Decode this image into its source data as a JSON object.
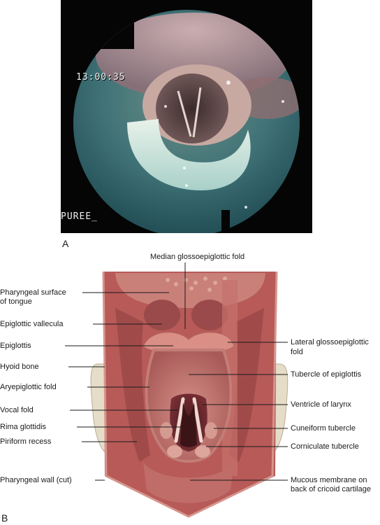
{
  "panel_a": {
    "label": "A",
    "timestamp": "13:00:35",
    "mode_text": "PUREE_"
  },
  "panel_b": {
    "label": "B",
    "labels": {
      "median_glossoepiglottic_fold": "Median glossoepiglottic fold",
      "pharyngeal_surface_of_tongue_line1": "Pharyngeal surface",
      "pharyngeal_surface_of_tongue_line2": "of tongue",
      "epiglottic_vallecula": "Epiglottic vallecula",
      "epiglottis": "Epiglottis",
      "hyoid_bone": "Hyoid bone",
      "aryepiglottic_fold": "Aryepiglottic fold",
      "vocal_fold": "Vocal fold",
      "rima_glottidis": "Rima glottidis",
      "piriform_recess": "Piriform recess",
      "pharyngeal_wall_cut": "Pharyngeal wall (cut)",
      "lateral_glossoepiglottic_fold_line1": "Lateral glossoepiglottic",
      "lateral_glossoepiglottic_fold_line2": "fold",
      "tubercle_of_epiglottis": "Tubercle of epiglottis",
      "ventricle_of_larynx": "Ventricle of larynx",
      "cuneiform_tubercle": "Cuneiform tubercle",
      "corniculate_tubercle": "Corniculate tubercle",
      "mucous_membrane_line1": "Mucous membrane on",
      "mucous_membrane_line2": "back of cricoid cartilage"
    }
  }
}
